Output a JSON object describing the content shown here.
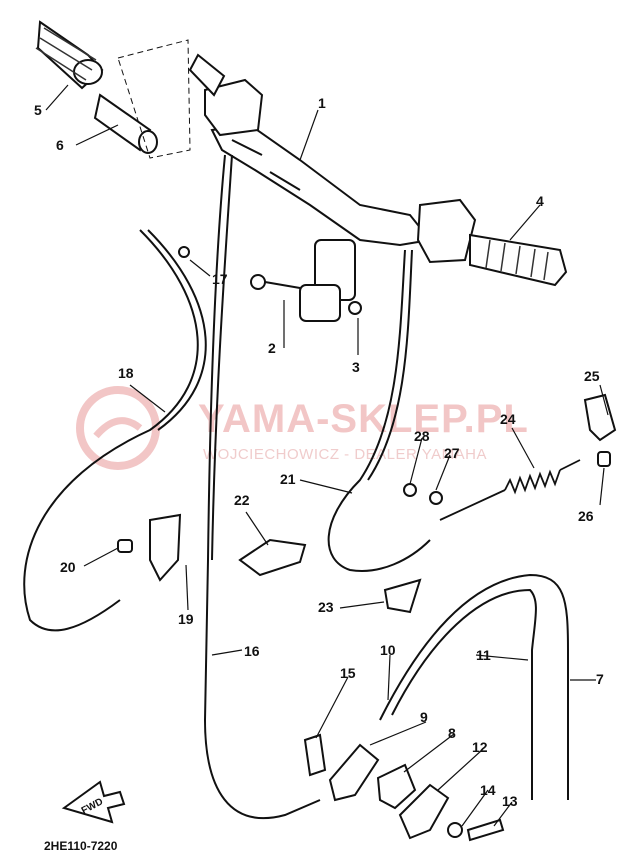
{
  "watermark": {
    "main": "YAMA-SKLEP.PL",
    "sub": "WOJCIECHOWICZ - DEALER YAMAHA"
  },
  "diagram_code": "2HE110-7220",
  "fwd_label": "FWD",
  "callouts": [
    {
      "id": "1",
      "label": "1"
    },
    {
      "id": "2",
      "label": "2"
    },
    {
      "id": "3",
      "label": "3"
    },
    {
      "id": "4",
      "label": "4"
    },
    {
      "id": "5",
      "label": "5"
    },
    {
      "id": "6",
      "label": "6"
    },
    {
      "id": "7",
      "label": "7"
    },
    {
      "id": "8",
      "label": "8"
    },
    {
      "id": "9",
      "label": "9"
    },
    {
      "id": "10",
      "label": "10"
    },
    {
      "id": "11",
      "label": "11"
    },
    {
      "id": "12",
      "label": "12"
    },
    {
      "id": "13",
      "label": "13"
    },
    {
      "id": "14",
      "label": "14"
    },
    {
      "id": "15",
      "label": "15"
    },
    {
      "id": "16",
      "label": "16"
    },
    {
      "id": "17",
      "label": "17"
    },
    {
      "id": "18",
      "label": "18"
    },
    {
      "id": "19",
      "label": "19"
    },
    {
      "id": "20",
      "label": "20"
    },
    {
      "id": "21",
      "label": "21"
    },
    {
      "id": "22",
      "label": "22"
    },
    {
      "id": "23",
      "label": "23"
    },
    {
      "id": "24",
      "label": "24"
    },
    {
      "id": "25",
      "label": "25"
    },
    {
      "id": "26",
      "label": "26"
    },
    {
      "id": "27",
      "label": "27"
    },
    {
      "id": "28",
      "label": "28"
    }
  ]
}
